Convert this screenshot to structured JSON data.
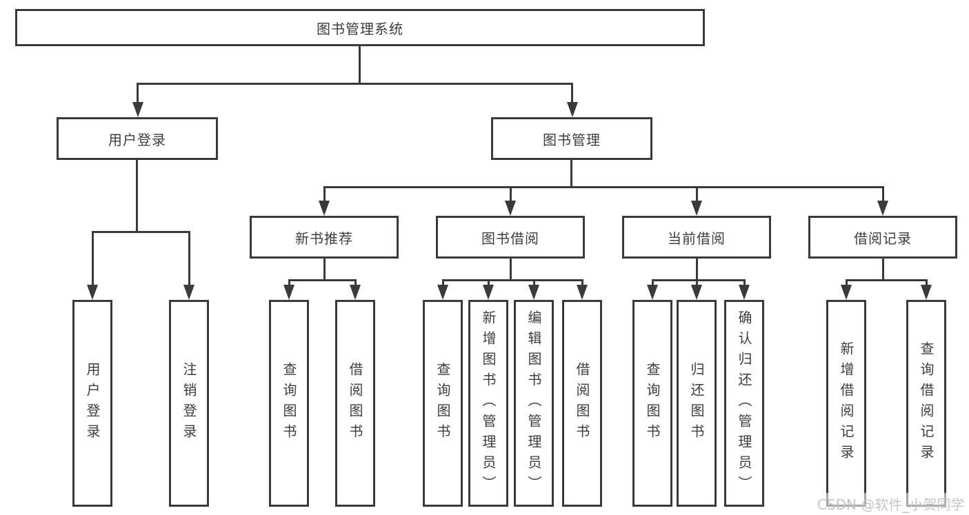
{
  "diagram": {
    "type": "hierarchy-tree",
    "root": {
      "label": "图书管理系统"
    },
    "branches": [
      {
        "label": "用户登录",
        "children": [
          {
            "label": "用户登录"
          },
          {
            "label": "注销登录"
          }
        ]
      },
      {
        "label": "图书管理",
        "children": [
          {
            "label": "新书推荐",
            "children": [
              {
                "label": "查询图书"
              },
              {
                "label": "借阅图书"
              }
            ]
          },
          {
            "label": "图书借阅",
            "children": [
              {
                "label": "查询图书"
              },
              {
                "label": "新增图书（管理员）"
              },
              {
                "label": "编辑图书（管理员）"
              },
              {
                "label": "借阅图书"
              }
            ]
          },
          {
            "label": "当前借阅",
            "children": [
              {
                "label": "查询图书"
              },
              {
                "label": "归还图书"
              },
              {
                "label": "确认归还（管理员）"
              }
            ]
          },
          {
            "label": "借阅记录",
            "children": [
              {
                "label": "新增借阅记录"
              },
              {
                "label": "查询借阅记录"
              }
            ]
          }
        ]
      }
    ],
    "watermark": "CSDN @软件_小贺同学",
    "colors": {
      "line": "#3a3a3a",
      "box_border": "#3a3a3a",
      "box_fill": "#ffffff",
      "text": "#3d3d3d",
      "background": "#ffffff",
      "watermark": "#c5c5c5"
    }
  }
}
